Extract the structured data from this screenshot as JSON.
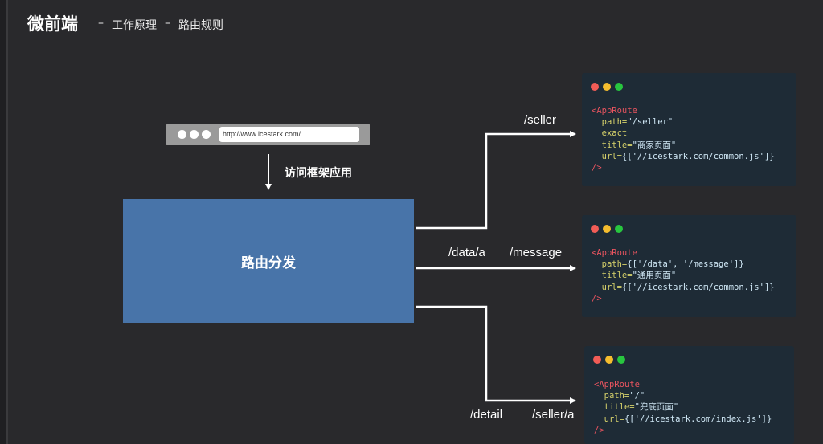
{
  "header": {
    "title": "微前端",
    "sep1": "–",
    "crumb1": "工作原理",
    "sep2": "–",
    "crumb2": "路由规则"
  },
  "browser": {
    "url": "http://www.icestark.com/"
  },
  "access_label": "访问框架应用",
  "router_label": "路由分发",
  "routes": {
    "seller": "/seller",
    "data_a": "/data/a",
    "message": "/message",
    "detail": "/detail",
    "seller_a": "/seller/a"
  },
  "colors": {
    "red_dot": "#f15c56",
    "yellow_dot": "#f5bd2e",
    "green_dot": "#28c63f",
    "router_fill": "#4874a9",
    "panel_bg": "#1e2b36"
  },
  "panels": [
    {
      "open": "<AppRoute",
      "lines": [
        {
          "attr": "  path=",
          "value": "\"/seller\""
        },
        {
          "attr": "  exact",
          "value": ""
        },
        {
          "attr": "  title=",
          "value": "\"商家页面\""
        },
        {
          "attr": "  url=",
          "value": "{['//icestark.com/common.js']}"
        }
      ],
      "close": "/>"
    },
    {
      "open": "<AppRoute",
      "lines": [
        {
          "attr": "  path=",
          "value": "{['/data', '/message']}"
        },
        {
          "attr": "  title=",
          "value": "\"通用页面\""
        },
        {
          "attr": "  url=",
          "value": "{['//icestark.com/common.js']}"
        }
      ],
      "close": "/>"
    },
    {
      "open": "<AppRoute",
      "lines": [
        {
          "attr": "  path=",
          "value": "\"/\""
        },
        {
          "attr": "  title=",
          "value": "\"兜底页面\""
        },
        {
          "attr": "  url=",
          "value": "{['//icestark.com/index.js']}"
        }
      ],
      "close": "/>"
    }
  ]
}
